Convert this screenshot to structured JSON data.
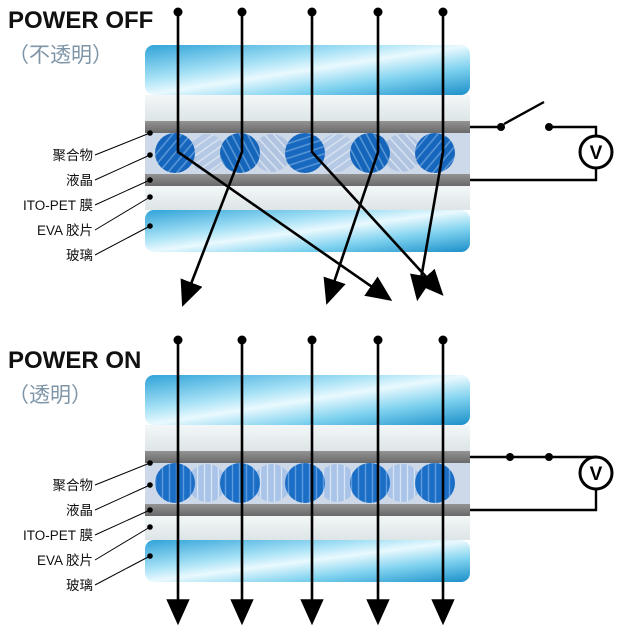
{
  "panels": [
    {
      "id": "power-off",
      "title": "POWER OFF",
      "subtitle": "（不透明）",
      "layer_labels": [
        "聚合物",
        "液晶",
        "ITO-PET 膜",
        "EVA 胶片",
        "玻璃"
      ],
      "voltmeter": "V",
      "switch_state": "open",
      "light_behavior": "scattered"
    },
    {
      "id": "power-on",
      "title": "POWER ON",
      "subtitle": "（透明）",
      "layer_labels": [
        "聚合物",
        "液晶",
        "ITO-PET 膜",
        "EVA 胶片",
        "玻璃"
      ],
      "voltmeter": "V",
      "switch_state": "closed",
      "light_behavior": "transmitted"
    }
  ],
  "colors": {
    "glass_blue_dark": "#1b8fc9",
    "glass_blue_light": "#e9f9fe",
    "eva_gray": "#e9eef0",
    "ito_gray": "#7d7d7d",
    "lc_background": "#cdd8e8",
    "droplet_dark": "#1766be",
    "droplet_light": "#b5c8e4",
    "line_black": "#000000",
    "subtitle_gray": "#7e95a8"
  }
}
